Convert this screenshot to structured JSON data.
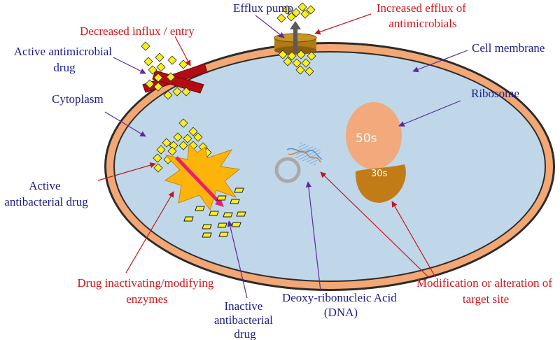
{
  "colors": {
    "red_label": "#d0171b",
    "blue_label": "#1c1c8a",
    "membrane": "#f2a775",
    "cytoplasm": "#c0d7ea",
    "drug": "#f7ef1c",
    "block": "#b30d12",
    "enzyme": "#fcb40b",
    "pump": "#b07a14",
    "ribosome_50s": "#f2a97c",
    "ribosome_30s": "#c17c18"
  },
  "labels": {
    "efflux_pump": "Efflux pump",
    "increased_efflux": [
      "Increased efflux of",
      "antimicrobials"
    ],
    "decreased_influx": "Decreased influx / entry",
    "active_antimicrobial": [
      "Active antimicrobial",
      "drug"
    ],
    "cell_membrane": "Cell membrane",
    "cytoplasm": "Cytoplasm",
    "ribosome": "Ribosome",
    "active_antibacterial": [
      "Active",
      "antibacterial drug"
    ],
    "drug_inactivating": [
      "Drug inactivating/modifying",
      "enzymes"
    ],
    "inactive_antibacterial": [
      "Inactive",
      "antibacterial",
      "drug"
    ],
    "dna": [
      "Deoxy-ribonucleic Acid",
      "(DNA)"
    ],
    "modification": [
      "Modification or alteration of",
      "target site"
    ],
    "r50s": "50s",
    "r30s": "30s"
  }
}
